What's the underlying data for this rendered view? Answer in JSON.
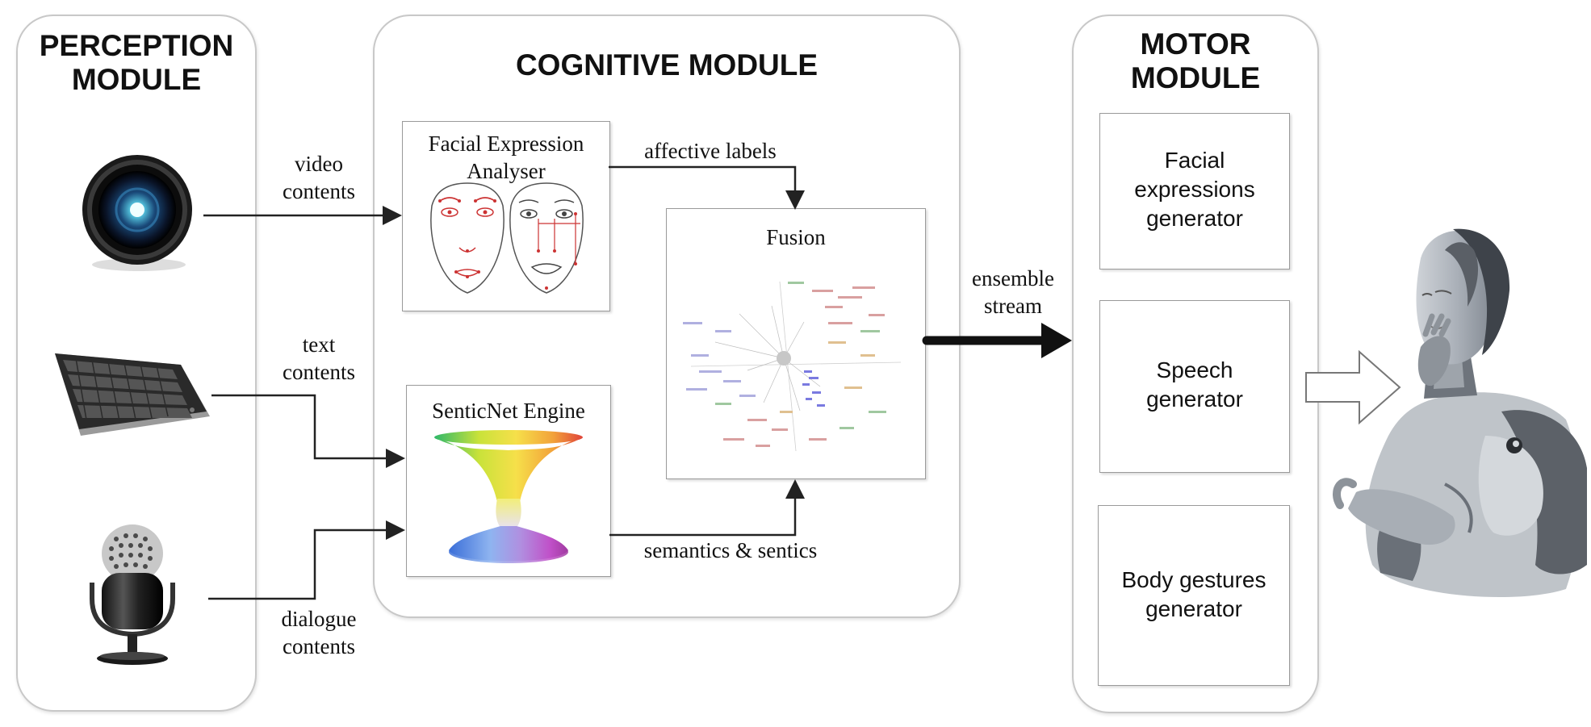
{
  "perception": {
    "title_line1": "PERCEPTION",
    "title_line2": "MODULE"
  },
  "cognitive": {
    "title": "COGNITIVE MODULE",
    "facial_analyser_line1": "Facial Expression",
    "facial_analyser_line2": "Analyser",
    "senticnet": "SenticNet Engine",
    "fusion": "Fusion"
  },
  "motor": {
    "title_line1": "MOTOR",
    "title_line2": "MODULE",
    "generators": [
      {
        "lines": [
          "Facial",
          "expressions",
          "generator"
        ]
      },
      {
        "lines": [
          "Speech",
          "generator"
        ]
      },
      {
        "lines": [
          "Body gestures",
          "generator"
        ]
      }
    ]
  },
  "edges": {
    "video_line1": "video",
    "video_line2": "contents",
    "text_line1": "text",
    "text_line2": "contents",
    "dialogue_line1": "dialogue",
    "dialogue_line2": "contents",
    "affective": "affective labels",
    "semantics": "semantics & sentics",
    "ensemble_line1": "ensemble",
    "ensemble_line2": "stream"
  },
  "icons": [
    "camera-lens-icon",
    "keyboard-icon",
    "microphone-icon",
    "face-landmarks-icon",
    "hourglass-surface-icon",
    "scatter-cloud-icon",
    "humanoid-robot-icon"
  ]
}
